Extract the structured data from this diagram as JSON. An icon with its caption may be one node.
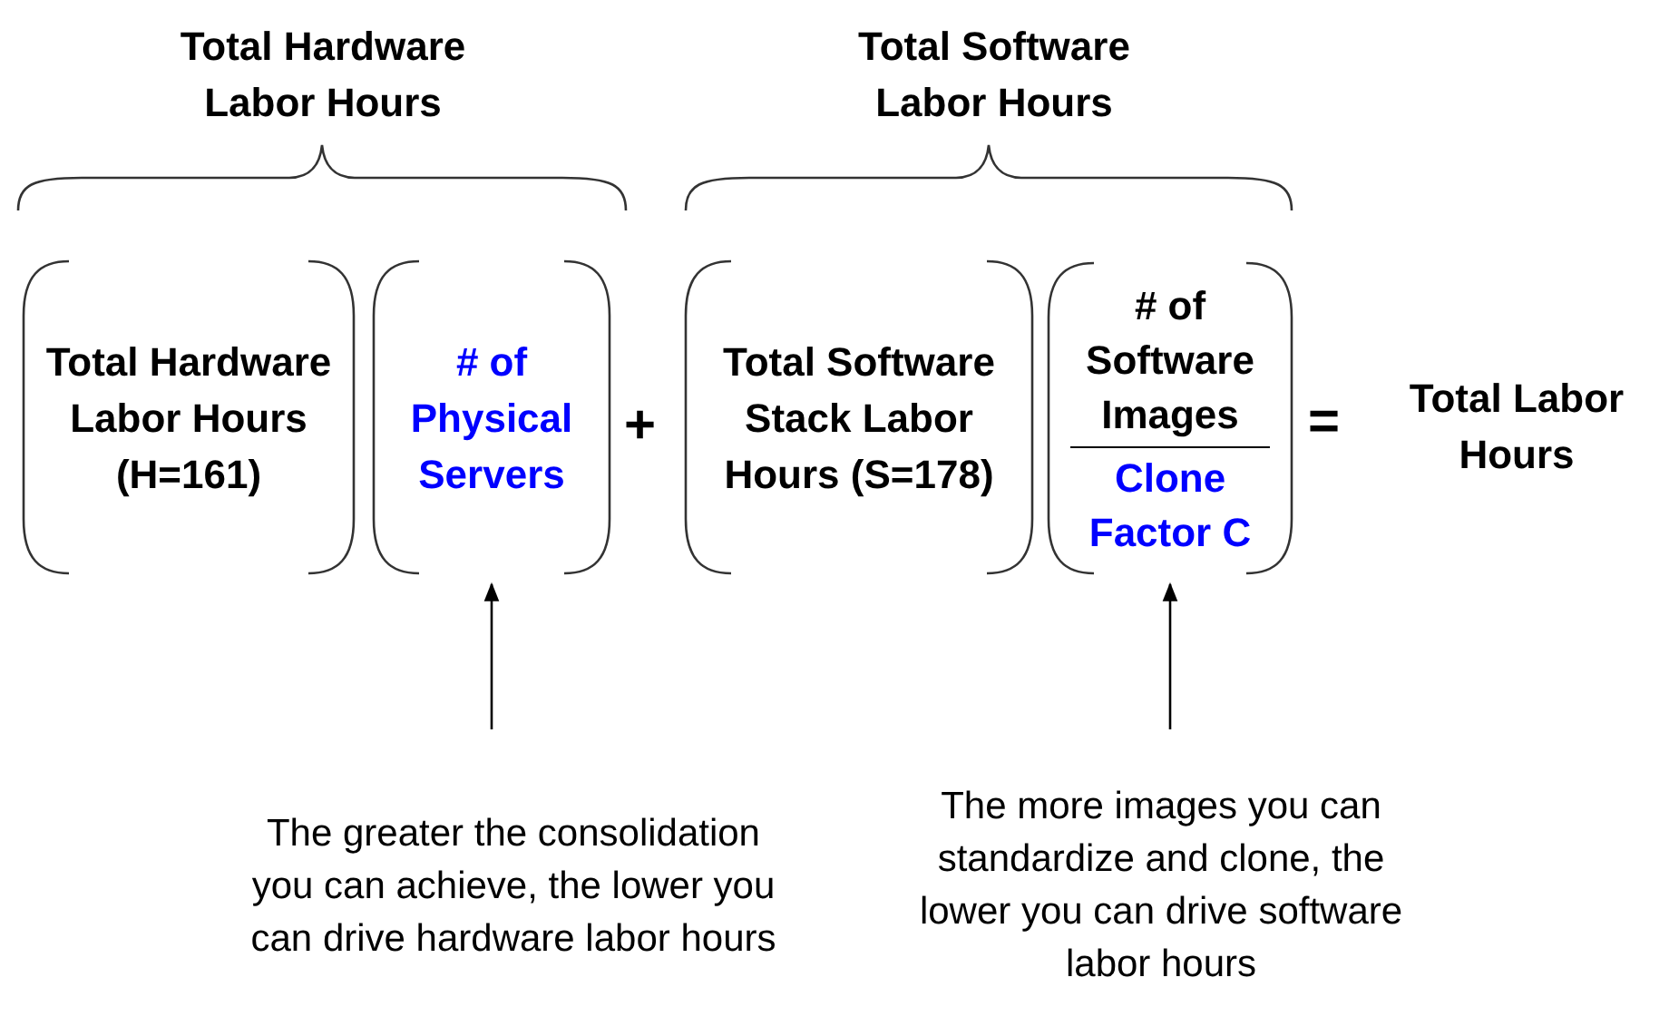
{
  "diagram": {
    "nodes": [
      {
        "text": [
          "Total Hardware Labor Hours"
        ]
      },
      {
        "text": [
          "Total Software Labor Hours"
        ]
      },
      {
        "text": [
          "Total Hardware Labor Hours (H=161)"
        ]
      },
      {
        "text": [
          "# of Physical Servers"
        ]
      },
      {
        "text": [
          "Total Software Stack Labor Hours (S=178)"
        ]
      },
      {
        "text": [
          "# of Software Images",
          "Clone Factor C"
        ]
      },
      {
        "text": [
          "Total Labor Hours"
        ]
      },
      {
        "text": [
          "The greater the consolidation you can achieve, the lower you can drive hardware labor hours"
        ]
      },
      {
        "text": [
          "The more images you can standardize and clone, the lower you can drive software labor hours"
        ]
      }
    ],
    "edges": [
      {
        "from": 7,
        "to": 3,
        "arrow": "to"
      },
      {
        "from": 8,
        "to": 5,
        "arrow": "to"
      }
    ],
    "labels": [
      "+",
      "="
    ]
  }
}
